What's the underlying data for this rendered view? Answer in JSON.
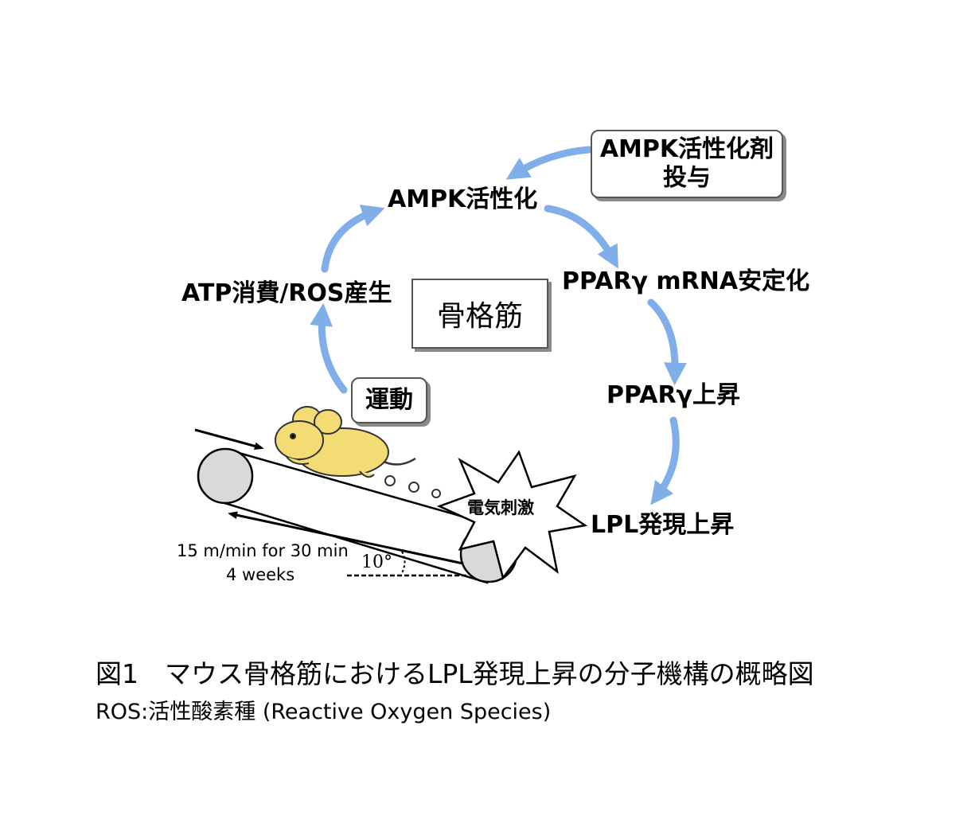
{
  "nodes": {
    "ampk_activation": "AMPK活性化",
    "ampk_activator_line1": "AMPK活性化剤",
    "ampk_activator_line2": "投与",
    "ppar_mrna": "PPARγ mRNA安定化",
    "ppar_up": "PPARγ上昇",
    "lpl_up": "LPL発現上昇",
    "atp_ros": "ATP消費/ROS産生",
    "exercise": "運動",
    "skeletal_muscle": "骨格筋"
  },
  "treadmill": {
    "stimulus": "電気刺激",
    "speed": "15 m/min for 30 min",
    "duration": "4 weeks",
    "angle": "10°"
  },
  "caption": {
    "title": "図1　マウス骨格筋におけるLPL発現上昇の分子機構の概略図",
    "note": "ROS:活性酸素種 (Reactive Oxygen Species)"
  },
  "colors": {
    "arrow": "#7faee8",
    "mouse": "#f3dc73",
    "roller": "#d9d9d9"
  }
}
